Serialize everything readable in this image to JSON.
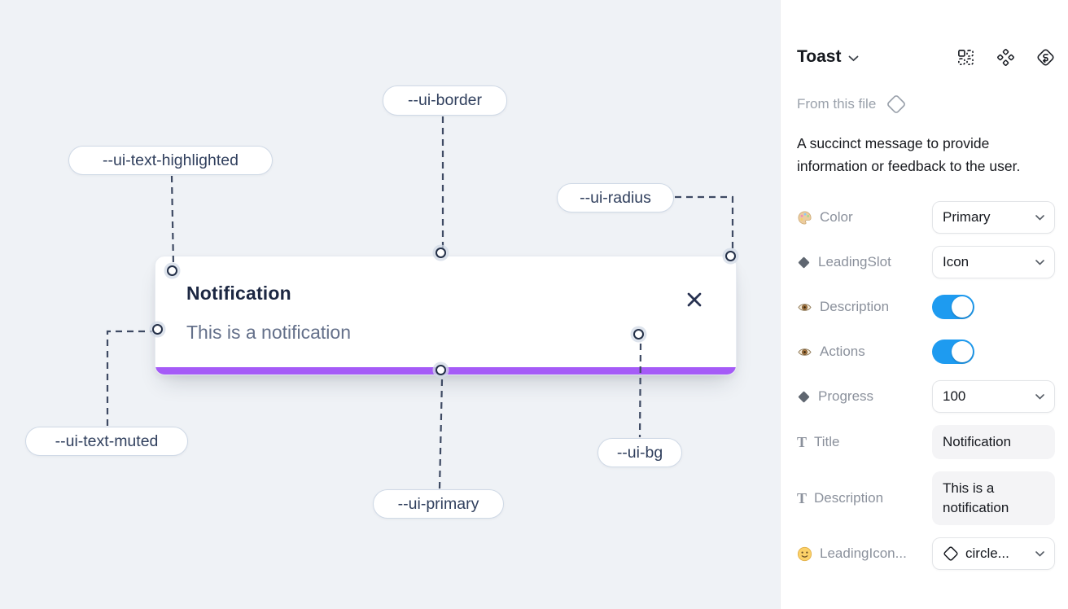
{
  "canvas": {
    "toast": {
      "title": "Notification",
      "description": "This is a notification"
    },
    "annotations": [
      {
        "text": "--ui-border"
      },
      {
        "text": "--ui-text-highlighted"
      },
      {
        "text": "--ui-radius"
      },
      {
        "text": "--ui-text-muted"
      },
      {
        "text": "--ui-primary"
      },
      {
        "text": "--ui-bg"
      }
    ],
    "colors": {
      "canvas_bg": "#eff2f6",
      "primary_bar": "#a55bf7",
      "dash_line": "#3e4a63"
    }
  },
  "panel": {
    "title": "Toast",
    "source_label": "From this file",
    "description": "A succinct message to provide information or feedback to the user.",
    "glyphs": {
      "text_icon": "T"
    },
    "colors": {
      "toggle_on": "#1e9bf0"
    },
    "properties": [
      {
        "icon": "palette-icon",
        "label": "Color",
        "control": "select",
        "value": "Primary"
      },
      {
        "icon": "diamond-icon",
        "label": "LeadingSlot",
        "control": "select",
        "value": "Icon"
      },
      {
        "icon": "eye-icon",
        "label": "Description",
        "control": "toggle",
        "value": "on"
      },
      {
        "icon": "eye-icon",
        "label": "Actions",
        "control": "toggle",
        "value": "on"
      },
      {
        "icon": "diamond-icon",
        "label": "Progress",
        "control": "select",
        "value": "100"
      },
      {
        "icon": "text-icon",
        "label": "Title",
        "control": "text",
        "value": "Notification"
      },
      {
        "icon": "text-icon",
        "label": "Description",
        "control": "text",
        "value": "This is a notification"
      },
      {
        "icon": "smiley-icon",
        "label": "LeadingIcon...",
        "control": "select",
        "value": "circle...",
        "value_icon": "diamond-outline-icon"
      }
    ]
  }
}
